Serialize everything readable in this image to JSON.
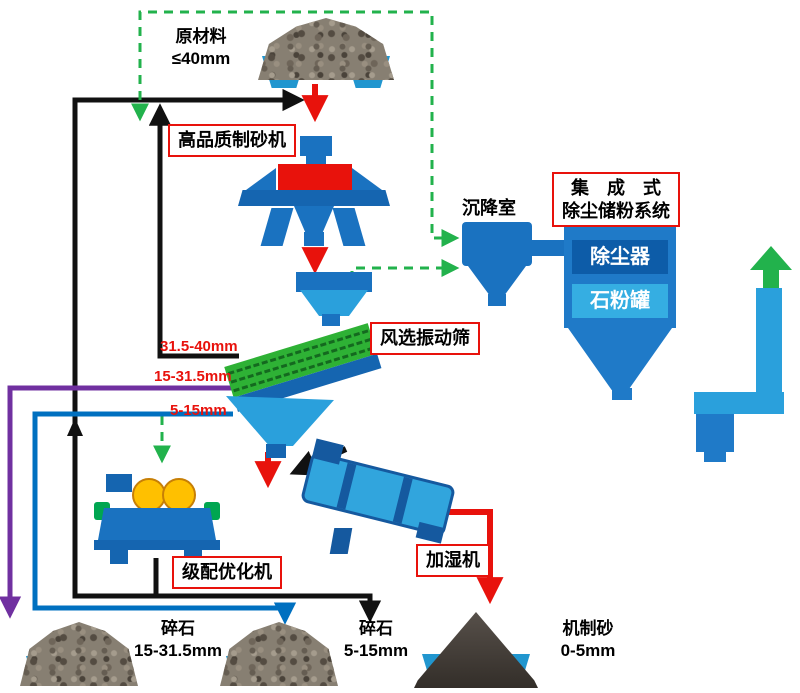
{
  "colors": {
    "primary_blue": "#1a72c0",
    "light_blue": "#2aa0dc",
    "red": "#e8120c",
    "green": "#22b24c",
    "purple": "#7030a0",
    "flow_blue": "#0070c0",
    "yellow": "#ffc000",
    "screen_green": "#2eb135"
  },
  "nodes": {
    "raw_material": {
      "name": "原材料",
      "size": "≤40mm"
    },
    "sand_maker": {
      "label": "高品质制砂机"
    },
    "settling_chamber": {
      "label": "沉降室"
    },
    "dust_system": {
      "label_line1": "集成式",
      "label_line2": "除尘储粉系统",
      "collector": "除尘器",
      "powder_tank": "石粉罐"
    },
    "screen": {
      "label": "风选振动筛",
      "outputs": [
        "31.5-40mm",
        "15-31.5mm",
        "5-15mm"
      ]
    },
    "gradation": {
      "label": "级配优化机"
    },
    "humidifier": {
      "label": "加湿机"
    },
    "products": [
      {
        "name": "碎石",
        "size": "15-31.5mm"
      },
      {
        "name": "碎石",
        "size": "5-15mm"
      },
      {
        "name": "机制砂",
        "size": "0-5mm"
      }
    ]
  }
}
